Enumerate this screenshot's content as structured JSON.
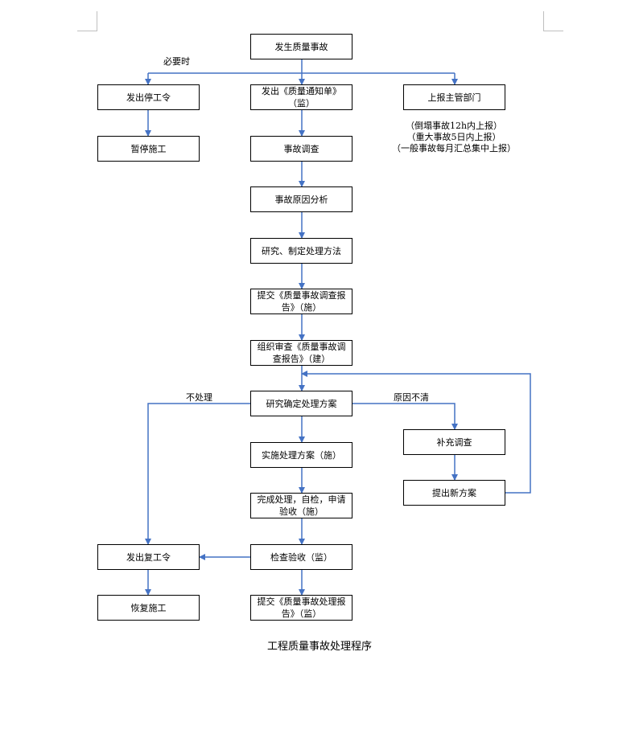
{
  "colors": {
    "line": "#4472c4",
    "border": "#000000",
    "corner": "#bfbfbf"
  },
  "nodes": {
    "accident": "发生质量事故",
    "stop_order": "发出停工令",
    "quality_notice": "发出《质量通知单》\n（监）",
    "report_dept": "上报主管部门",
    "suspend": "暂停施工",
    "investigate": "事故调查",
    "cause": "事故原因分析",
    "research_method": "研究、制定处理方法",
    "submit_report": "提交《质量事故调查报\n告》（施）",
    "review": "组织审查《质量事故调\n查报告》（建）",
    "decide_plan": "研究确定处理方案",
    "supplement": "补充调查",
    "new_plan": "提出新方案",
    "implement": "实施处理方案（施）",
    "complete": "完成处理，自检，申请\n验收（施）",
    "resume_order": "发出复工令",
    "inspect": "检查验收（监）",
    "resume": "恢复施工",
    "submit_final": "提交《质量事故处理报\n告》（监）"
  },
  "labels": {
    "when_needed": "必要时",
    "no_treatment": "不处理",
    "cause_unclear": "原因不清"
  },
  "notes": [
    "（倒塌事故12h内上报）",
    "（重大事故5日内上报）",
    "（一般事故每月汇总集中上报）"
  ],
  "caption": "工程质量事故处理程序"
}
